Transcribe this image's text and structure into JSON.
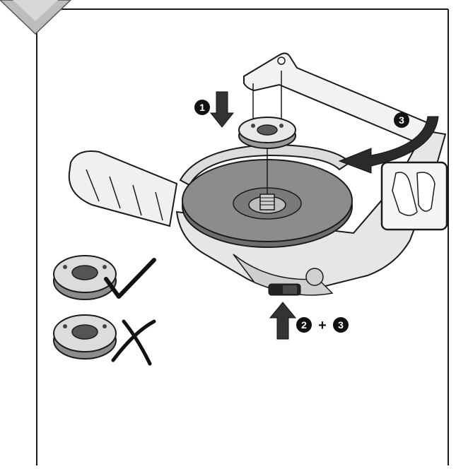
{
  "steps": {
    "step1": "1",
    "step2": "2",
    "step3": "3",
    "combo_plus": "+"
  },
  "icons": {
    "direction_marker": "down-arrow-chevron-icon",
    "correct": "checkmark-icon",
    "incorrect": "x-mark-icon",
    "press_arrow": "up-arrow-icon",
    "insert_arrow": "down-arrow-icon",
    "rotate_arrow": "curved-arrow-icon"
  },
  "colors": {
    "line": "#1a1a1a",
    "disc": "#8c8c8c",
    "disc_dark": "#6d6d6d",
    "body": "#e6e6e6",
    "accent": "#111111"
  }
}
